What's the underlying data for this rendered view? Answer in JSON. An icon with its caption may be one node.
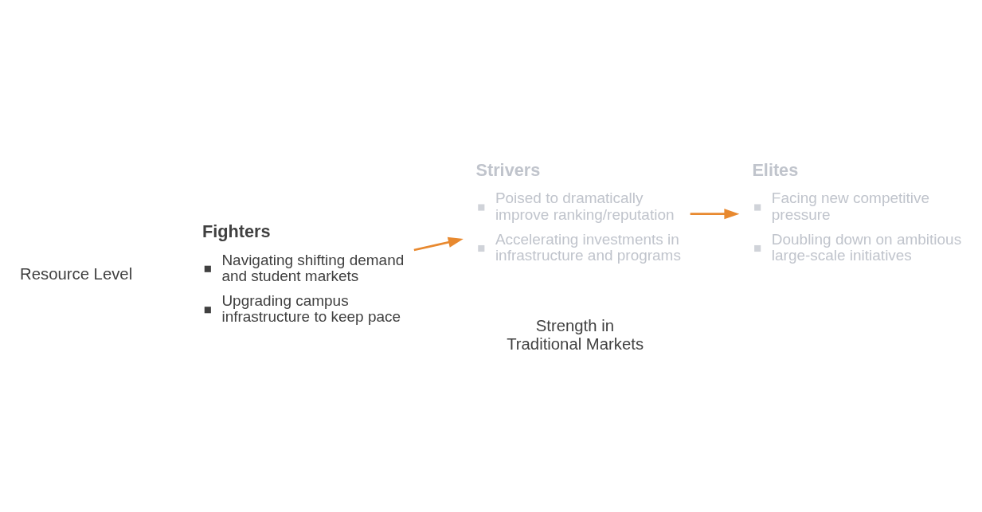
{
  "diagram": {
    "nodes": [
      {
        "text": [
          "Fighters",
          "Navigating shifting demand and student markets",
          "Upgrading campus infrastructure to keep pace"
        ]
      },
      {
        "text": [
          "Strivers",
          "Poised to dramatically improve ranking/reputation",
          "Accelerating investments in infrastructure and programs"
        ]
      },
      {
        "text": [
          "Elites",
          "Facing new competitive pressure",
          "Doubling down on ambitious large-scale initiatives"
        ]
      }
    ],
    "edges": [
      {
        "from": 0,
        "to": 1,
        "arrow": "to",
        "color": "#e8892f"
      },
      {
        "from": 1,
        "to": 2,
        "arrow": "to",
        "color": "#e8892f"
      }
    ],
    "labels": [
      "Resource Level",
      "Strength in Traditional Markets"
    ]
  }
}
